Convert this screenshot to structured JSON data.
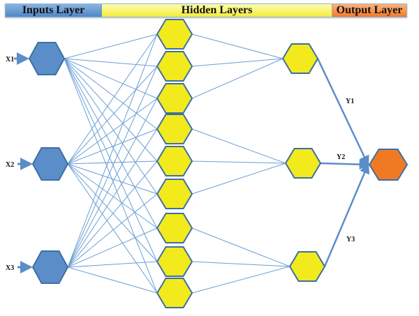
{
  "header": {
    "inputs_label": "Inputs Layer",
    "hidden_label": "Hidden Layers",
    "output_label": "Output Layer"
  },
  "colors": {
    "input_node": "#5b8ec9",
    "hidden_node": "#f2ea1c",
    "output_node": "#f07a24",
    "node_stroke": "#3d6fa3",
    "edge": "#6a9fd4",
    "arrow": "#5b8ec9"
  },
  "network": {
    "inputs": [
      {
        "label": "X1"
      },
      {
        "label": "X2"
      },
      {
        "label": "X3"
      }
    ],
    "hidden_layer_1_count": 9,
    "hidden_layer_2": [
      {
        "output_label": "Y1",
        "sources": [
          0,
          1,
          2
        ]
      },
      {
        "output_label": "Y2",
        "sources": [
          3,
          4,
          5
        ]
      },
      {
        "output_label": "Y3",
        "sources": [
          6,
          7,
          8
        ]
      }
    ],
    "outputs_count": 1
  }
}
